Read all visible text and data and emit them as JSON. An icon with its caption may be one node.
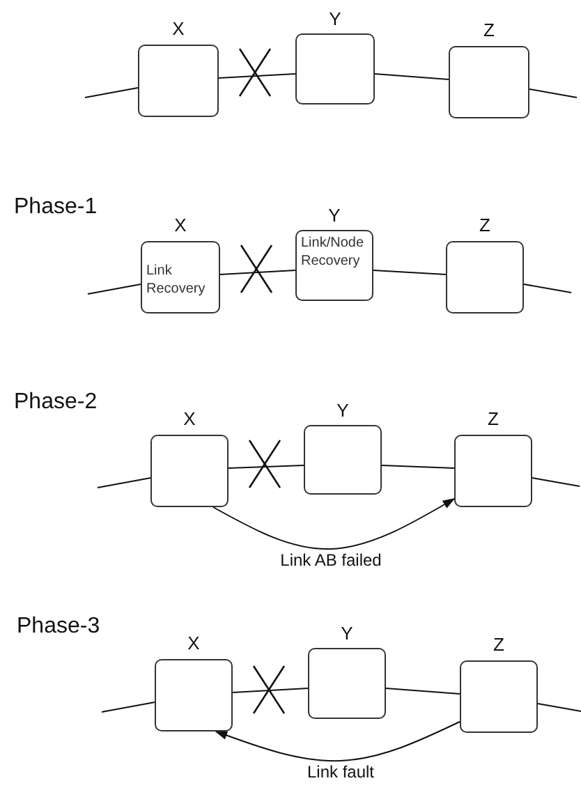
{
  "diagram": {
    "nodes": [
      {
        "text": [
          "X"
        ]
      },
      {
        "text": [
          "Y"
        ]
      },
      {
        "text": [
          "Z"
        ]
      },
      {
        "text": [
          "X",
          "Link Recovery"
        ]
      },
      {
        "text": [
          "Y",
          "Link/Node Recovery"
        ]
      },
      {
        "text": [
          "Z"
        ]
      },
      {
        "text": [
          "X"
        ]
      },
      {
        "text": [
          "Y"
        ]
      },
      {
        "text": [
          "Z"
        ]
      },
      {
        "text": [
          "X"
        ]
      },
      {
        "text": [
          "Y"
        ]
      },
      {
        "text": [
          "Z"
        ]
      }
    ],
    "edges": [
      {
        "from": null,
        "to": 0,
        "arrow": "none"
      },
      {
        "from": 0,
        "to": 1,
        "arrow": "none"
      },
      {
        "from": 1,
        "to": 2,
        "arrow": "none"
      },
      {
        "from": 2,
        "to": null,
        "arrow": "none"
      },
      {
        "from": null,
        "to": 3,
        "arrow": "none"
      },
      {
        "from": 3,
        "to": 4,
        "arrow": "none"
      },
      {
        "from": 4,
        "to": 5,
        "arrow": "none"
      },
      {
        "from": 5,
        "to": null,
        "arrow": "none"
      },
      {
        "from": null,
        "to": 6,
        "arrow": "none"
      },
      {
        "from": 6,
        "to": 7,
        "arrow": "none"
      },
      {
        "from": 7,
        "to": 8,
        "arrow": "none"
      },
      {
        "from": 8,
        "to": null,
        "arrow": "none"
      },
      {
        "from": 6,
        "to": 8,
        "arrow": "to",
        "label": "Link AB failed"
      },
      {
        "from": null,
        "to": 9,
        "arrow": "none"
      },
      {
        "from": 9,
        "to": 10,
        "arrow": "none"
      },
      {
        "from": 10,
        "to": 11,
        "arrow": "none"
      },
      {
        "from": 11,
        "to": null,
        "arrow": "none"
      },
      {
        "from": 11,
        "to": 9,
        "arrow": "to",
        "label": "Link fault"
      }
    ],
    "labels": [
      "Phase-1",
      "Phase-2",
      "Phase-3"
    ]
  }
}
